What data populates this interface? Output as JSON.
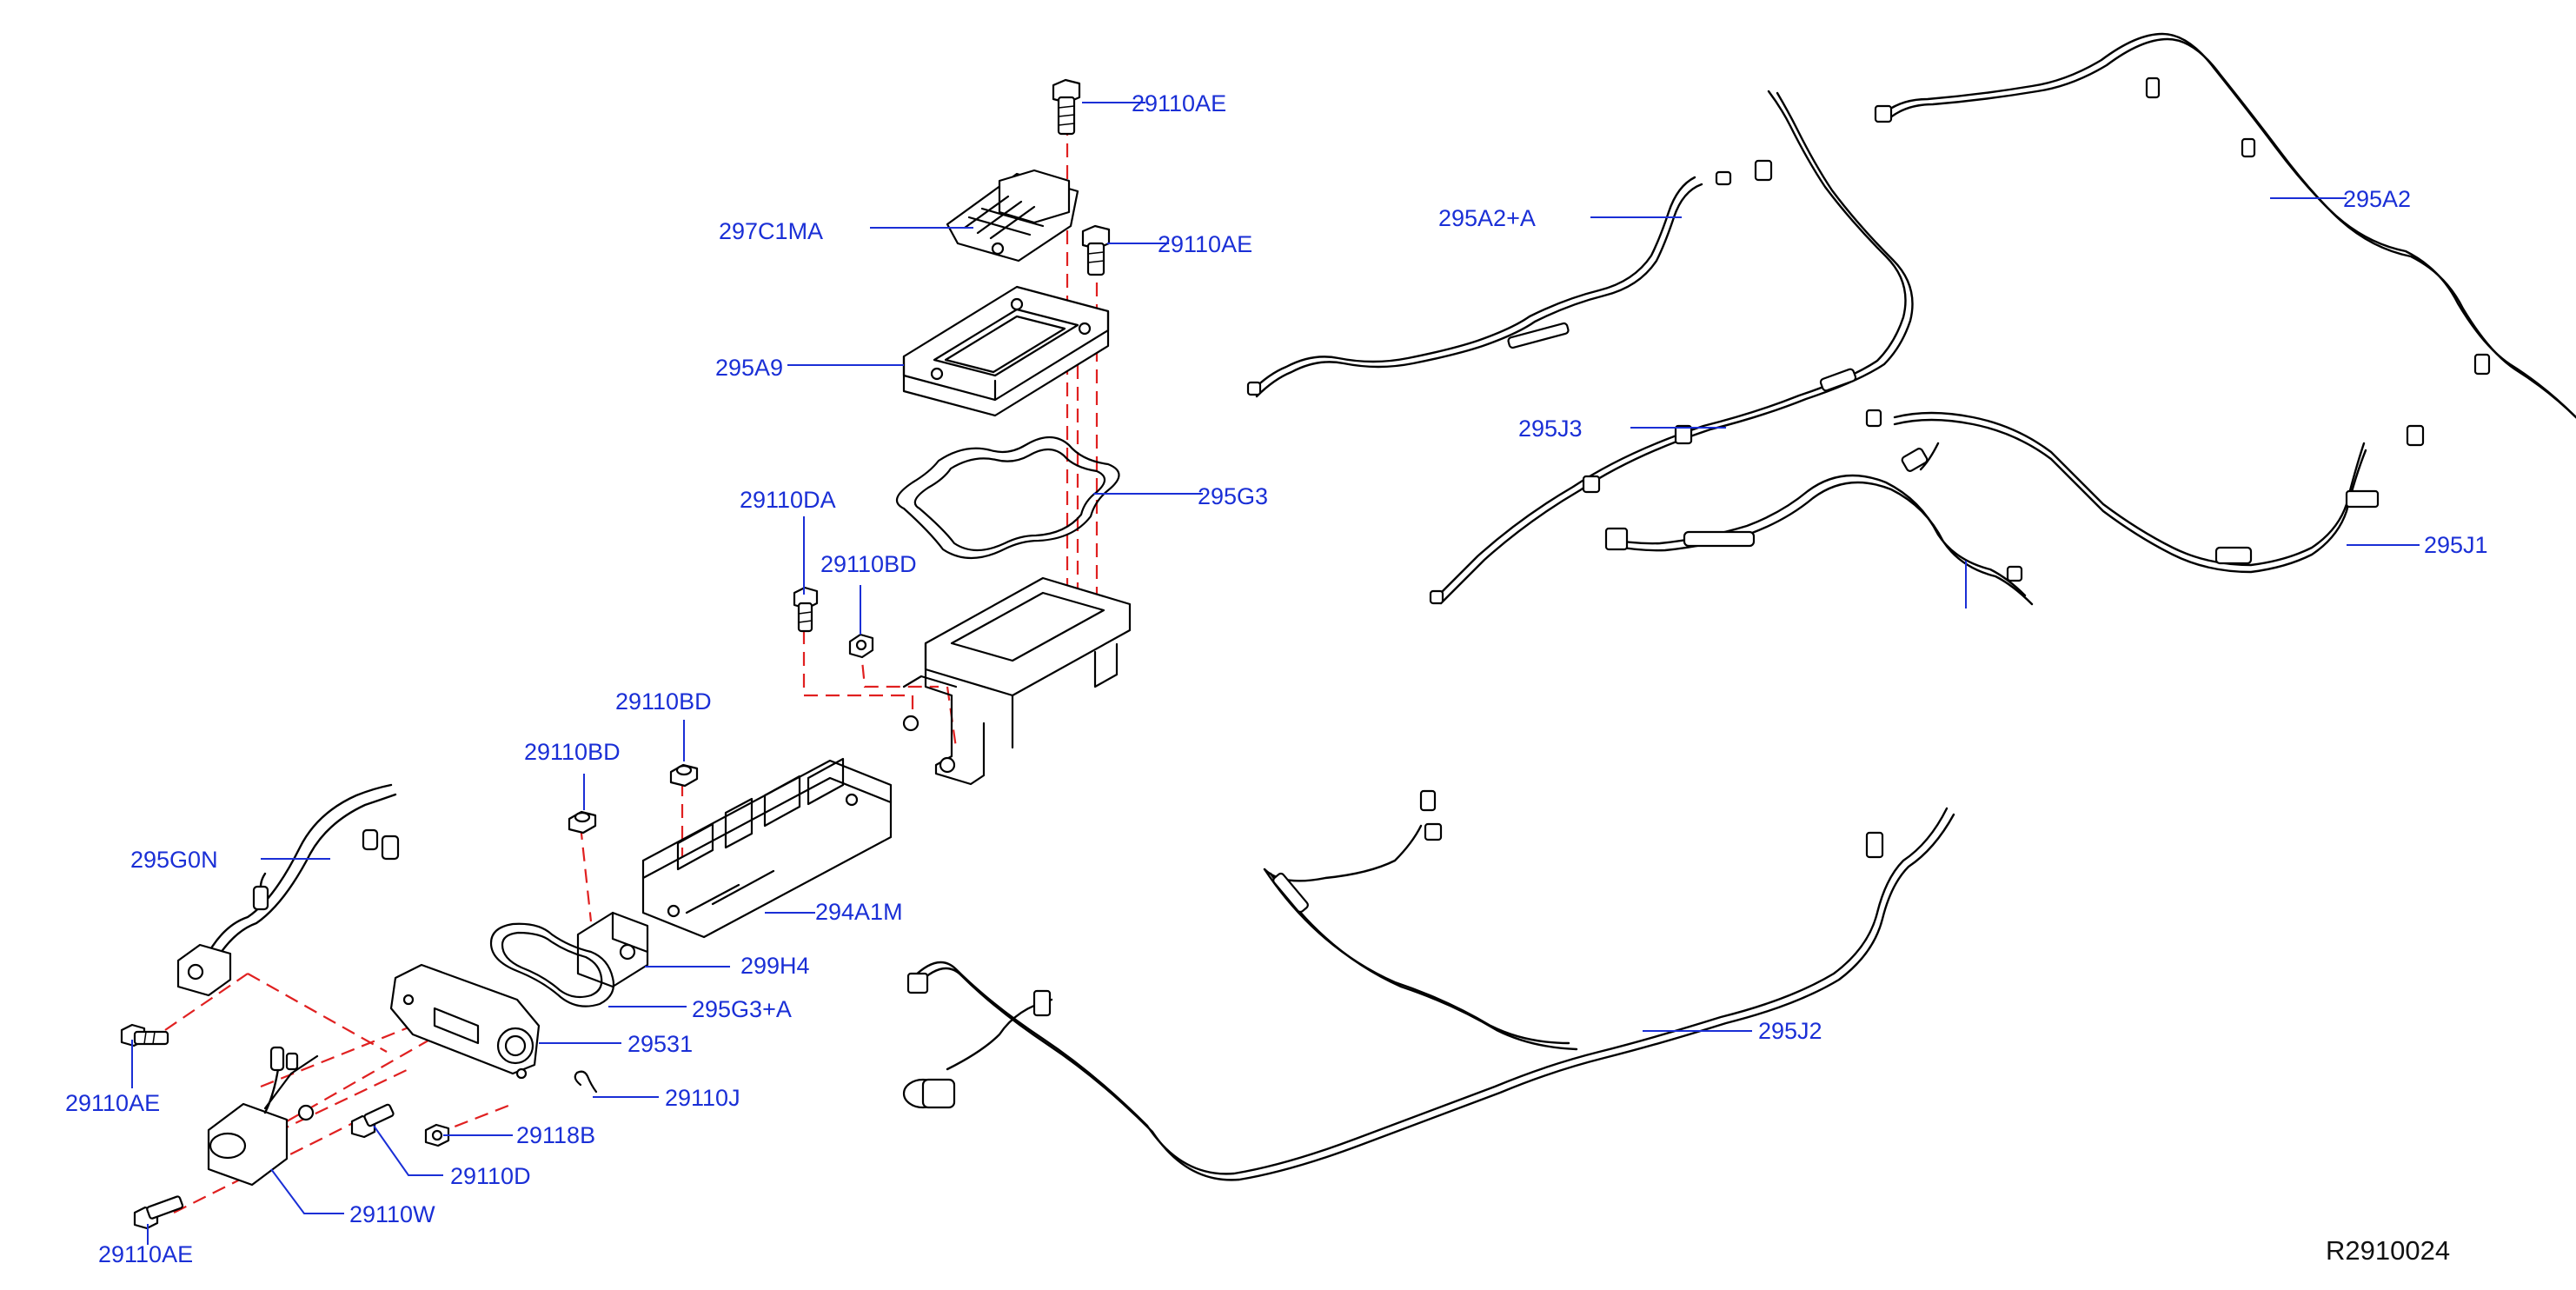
{
  "colors": {
    "label": "#1a2fd6",
    "dashed_alignment": "#e02020",
    "lines": "#000000",
    "background": "#ffffff"
  },
  "labels": {
    "p29110AE_top": "29110AE",
    "p297C1MA": "297C1MA",
    "p29110AE_mid": "29110AE",
    "p295A9": "295A9",
    "p295G3": "295G3",
    "p29110DA": "29110DA",
    "p29110BD_a": "29110BD",
    "p29110BD_b": "29110BD",
    "p29110BD_c": "29110BD",
    "p295G0N": "295G0N",
    "p294A1M": "294A1M",
    "p299H4": "299H4",
    "p295G3A": "295G3+A",
    "p29531": "29531",
    "p29110J": "29110J",
    "p29110AE_left": "29110AE",
    "p29118B": "29118B",
    "p29110D": "29110D",
    "p29110W": "29110W",
    "p29110AE_bottom": "29110AE",
    "p295A2A": "295A2+A",
    "p295A2": "295A2",
    "p295J3": "295J3",
    "p295J1": "295J1",
    "p295J2": "295J2"
  },
  "diagram_code": "R2910024"
}
